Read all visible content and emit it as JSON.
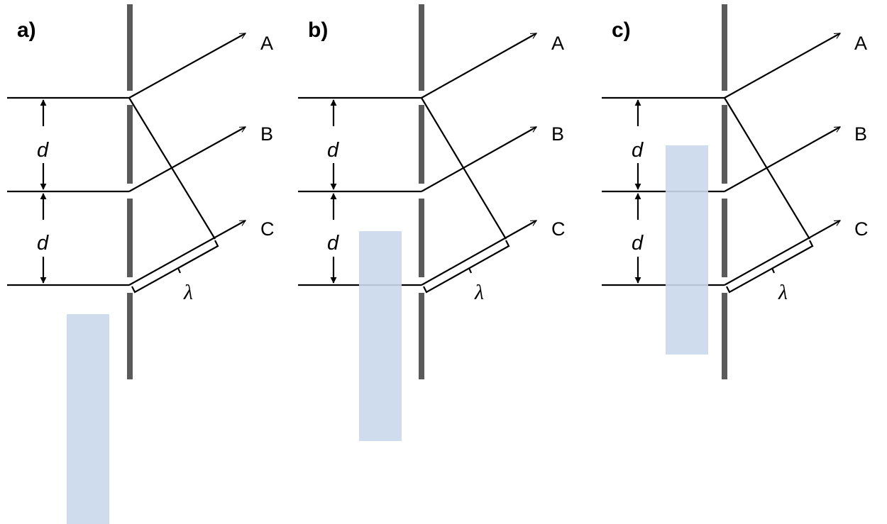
{
  "panels": [
    {
      "label": "a)",
      "rays": [
        "A",
        "B",
        "C"
      ],
      "spacing_label": "d",
      "wavelength_label": "λ"
    },
    {
      "label": "b)",
      "rays": [
        "A",
        "B",
        "C"
      ],
      "spacing_label": "d",
      "wavelength_label": "λ"
    },
    {
      "label": "c)",
      "rays": [
        "A",
        "B",
        "C"
      ],
      "spacing_label": "d",
      "wavelength_label": "λ"
    }
  ],
  "colors": {
    "barrier": "#5a5a5a",
    "slab": "#c9d8eb",
    "line": "#000000"
  }
}
